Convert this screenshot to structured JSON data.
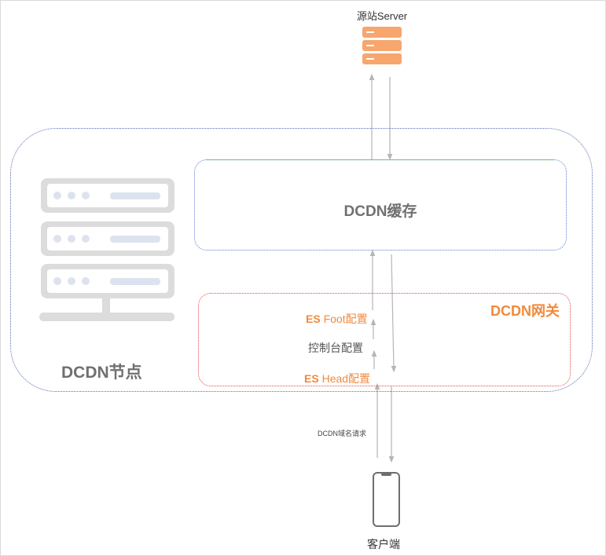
{
  "diagram": {
    "origin_server": {
      "label": "源站Server",
      "icon": "server-stack-icon"
    },
    "cdn_node": {
      "label": "DCDN节点",
      "icon": "server-rack-icon"
    },
    "cache": {
      "label": "DCDN缓存"
    },
    "gateway": {
      "label": "DCDN网关",
      "steps": [
        {
          "prefix": "ES",
          "text": " Foot配置"
        },
        {
          "prefix": "",
          "text": "控制台配置"
        },
        {
          "prefix": "ES",
          "text": " Head配置"
        }
      ]
    },
    "request_label": "DCDN域名请求",
    "client": {
      "label": "客户端",
      "icon": "smartphone-icon"
    }
  },
  "colors": {
    "accent_orange": "#f08a3c",
    "server_orange": "#f7a66e",
    "rack_gray": "#dcdcdc",
    "node_border": "#5b6fb5",
    "gateway_border": "#e24a4a",
    "arrow_gray": "#b5b5b5"
  }
}
